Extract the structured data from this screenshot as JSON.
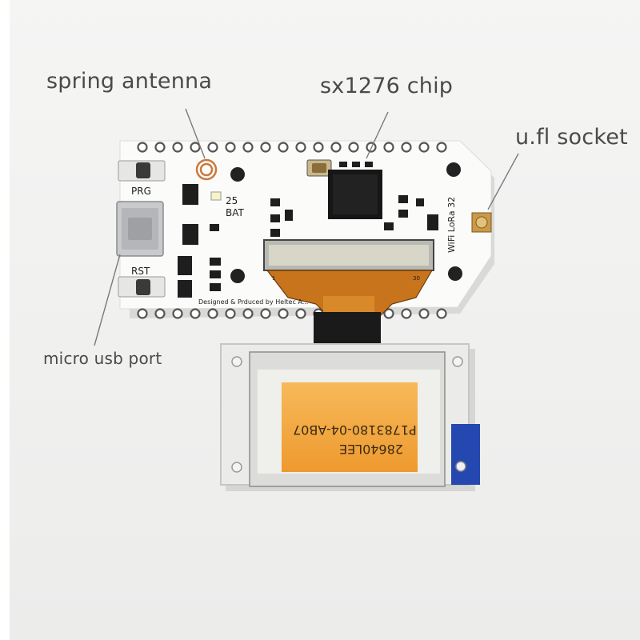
{
  "callouts": {
    "spring_antenna": "spring antenna",
    "sx1276_chip": "sx1276 chip",
    "ufl_socket": "u.fl socket",
    "micro_usb_port": "micro usb port"
  },
  "board_silkscreen": {
    "prg": "PRG",
    "rst": "RST",
    "bat_num": "25",
    "bat": "BAT",
    "designer": "Designed & Prduced by Heltec A...",
    "board_name": "WiFi LoRa 32",
    "pin_1": "1",
    "pin_30": "30"
  },
  "oled_sticker": {
    "line1": "P1783180-04-AB07",
    "line2": "28640LEE"
  },
  "colors": {
    "background": "#f2f2f1",
    "pcb": "#fbfbfa",
    "label_text": "#4a4a4a",
    "flex_cable": "#c8741c",
    "sticker": "#f4a845"
  }
}
